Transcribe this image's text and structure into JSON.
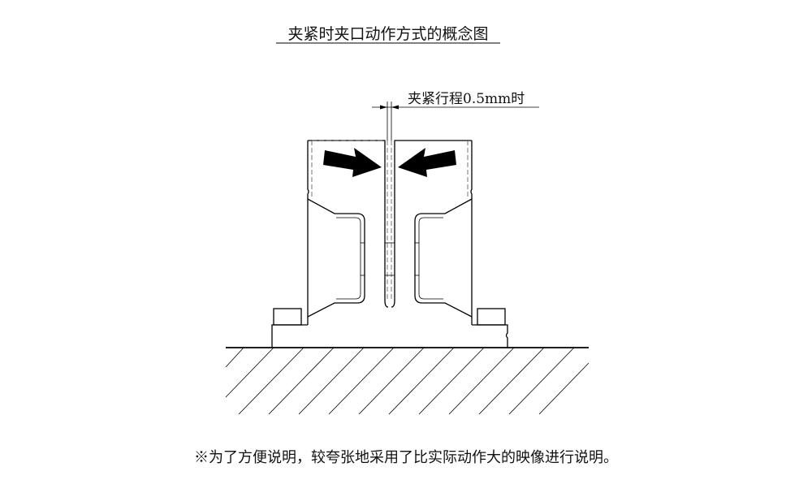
{
  "diagram": {
    "title": "夹紧时夹口动作方式的概念图",
    "dimension_label": "夹紧行程0.5mm时",
    "footnote": "※为了方便说明，较夸张地采用了比实际动作大的映像进行说明。"
  }
}
